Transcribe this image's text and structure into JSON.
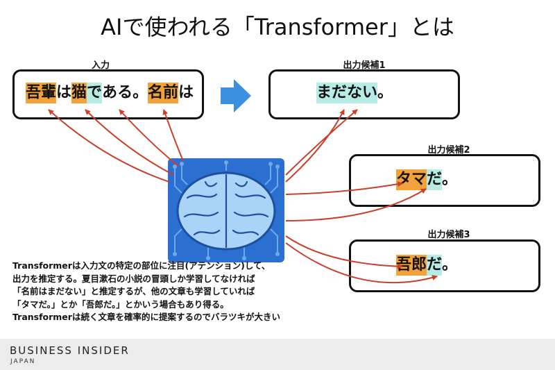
{
  "title": "AIで使われる「Transformer」とは",
  "input": {
    "caption": "入力",
    "tokens": [
      {
        "text": "吾輩",
        "hl": "o"
      },
      {
        "text": "は",
        "hl": ""
      },
      {
        "text": "猫",
        "hl": "o"
      },
      {
        "text": "で",
        "hl": "t"
      },
      {
        "text": "ある。",
        "hl": ""
      },
      {
        "text": "名前",
        "hl": "o"
      },
      {
        "text": "は",
        "hl": ""
      }
    ]
  },
  "arrow_icon": "right-arrow-icon",
  "brain_icon": "brain-circuit-icon",
  "candidates": [
    {
      "caption": "出力候補1",
      "tokens": [
        {
          "text": "まだ",
          "hl": "t"
        },
        {
          "text": "ない",
          "hl": "t"
        },
        {
          "text": "。",
          "hl": ""
        }
      ]
    },
    {
      "caption": "出力候補2",
      "tokens": [
        {
          "text": "タマ",
          "hl": "o"
        },
        {
          "text": "だ",
          "hl": "t"
        },
        {
          "text": "。",
          "hl": ""
        }
      ]
    },
    {
      "caption": "出力候補3",
      "tokens": [
        {
          "text": "吾郎",
          "hl": "o"
        },
        {
          "text": "だ",
          "hl": "t"
        },
        {
          "text": "。",
          "hl": ""
        }
      ]
    }
  ],
  "description": [
    "Transformerは入力文の特定の部位に注目(アテンション)して、",
    "出力を推定する。夏目漱石の小説の冒頭しか学習してなければ",
    "「名前はまだない」と推定するが、他の文章も学習していれば",
    "「タマだ。」とか「吾郎だ。」とかいう場合もあり得る。",
    "Transformerは続く文章を確率的に提案するのでバラツキが大きい"
  ],
  "footer": {
    "brand": "BUSINESS INSIDER",
    "sub": "JAPAN"
  },
  "colors": {
    "orange": "#f2a23a",
    "teal": "#b6ebe6",
    "arrow": "#c8402b",
    "blue_arrow": "#3d8fe0",
    "chip": "#2b6fd1"
  }
}
